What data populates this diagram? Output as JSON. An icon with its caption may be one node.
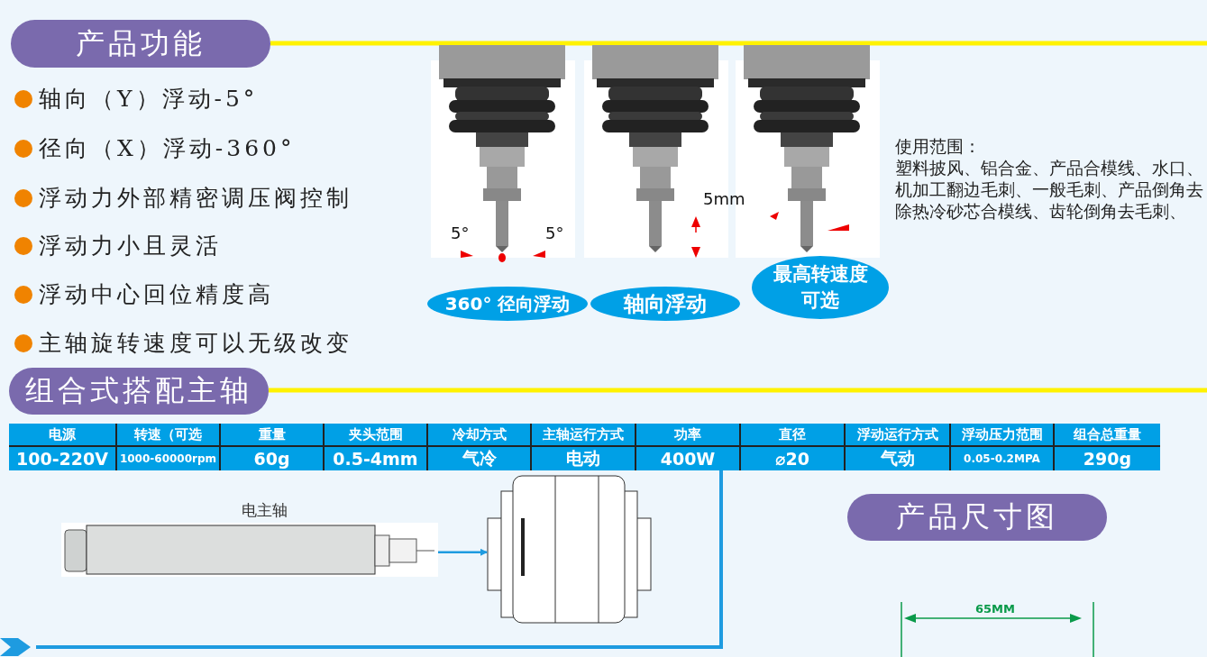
{
  "diagram": {
    "nodes": [
      {
        "text": [
          "产品功能"
        ]
      },
      {
        "text": [
          "组合式搭配主轴"
        ]
      },
      {
        "text": [
          "产品尺寸图"
        ]
      },
      {
        "text": [
          "360° 径向浮动"
        ]
      },
      {
        "text": [
          "轴向浮动"
        ]
      },
      {
        "text": [
          "最高转速度可选"
        ]
      },
      {
        "text": [],
        "shape": "picture",
        "beside": [
          "电主轴"
        ]
      },
      {
        "text": [],
        "shape": "picture"
      }
    ],
    "edges": [
      {
        "from": 6,
        "to": 7,
        "arrow": "to"
      }
    ],
    "labels": [
      "轴向（Y）浮动-5°",
      "径向（X）浮动-360°",
      "浮动力外部精密调压阀控制",
      "浮动力小且灵活",
      "浮动中心回位精度高",
      "主轴旋转速度可以无级改变",
      "使用范围：",
      "塑料披风、铝合金、产品合模线、水口、机加工翻边毛刺、一般毛刺、产品倒角去除热冷砂芯合模线、齿轮倒角去毛刺、",
      "5mm",
      "5°",
      "5°",
      "电源",
      "转速（可选",
      "重量",
      "夹头范围",
      "冷却方式",
      "主轴运行方式",
      "功率",
      "直径",
      "浮动运行方式",
      "浮动压力范围",
      "组合总重量",
      "100-220V",
      "1000-60000rpm",
      "60g",
      "0.5-4mm",
      "气冷",
      "电动",
      "400W",
      "⌀20",
      "气动",
      "0.05-0.2MPA",
      "290g",
      "65MM"
    ]
  }
}
